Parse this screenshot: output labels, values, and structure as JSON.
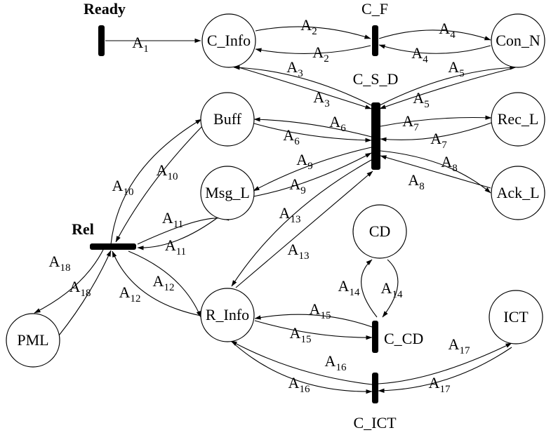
{
  "nodes": [
    {
      "id": "C_Info",
      "label": "C_Info"
    },
    {
      "id": "Con_N",
      "label": "Con_N"
    },
    {
      "id": "Buff",
      "label": "Buff"
    },
    {
      "id": "Rec_L",
      "label": "Rec_L"
    },
    {
      "id": "Msg_L",
      "label": "Msg_L"
    },
    {
      "id": "Ack_L",
      "label": "Ack_L"
    },
    {
      "id": "CD",
      "label": "CD"
    },
    {
      "id": "R_Info",
      "label": "R_Info"
    },
    {
      "id": "ICT",
      "label": "ICT"
    },
    {
      "id": "PML",
      "label": "PML"
    }
  ],
  "hubs": [
    {
      "id": "Ready",
      "label": "Ready"
    },
    {
      "id": "C_F",
      "label": "C_F"
    },
    {
      "id": "C_S_D",
      "label": "C_S_D"
    },
    {
      "id": "Rel",
      "label": "Rel"
    },
    {
      "id": "C_CD",
      "label": "C_CD"
    },
    {
      "id": "C_ICT",
      "label": "C_ICT"
    }
  ],
  "edges": [
    {
      "from": "Ready",
      "to": "C_Info",
      "label": "A",
      "sub": "1"
    },
    {
      "from": "C_Info",
      "to": "C_F",
      "label": "A",
      "sub": "2"
    },
    {
      "from": "C_F",
      "to": "C_Info",
      "label": "A",
      "sub": "2"
    },
    {
      "from": "C_F",
      "to": "Con_N",
      "label": "A",
      "sub": "4"
    },
    {
      "from": "Con_N",
      "to": "C_F",
      "label": "A",
      "sub": "4"
    },
    {
      "from": "C_S_D",
      "to": "C_Info",
      "label": "A",
      "sub": "3"
    },
    {
      "from": "C_Info",
      "to": "C_S_D",
      "label": "A",
      "sub": "3"
    },
    {
      "from": "C_S_D",
      "to": "Con_N",
      "label": "A",
      "sub": "5"
    },
    {
      "from": "Con_N",
      "to": "C_S_D",
      "label": "A",
      "sub": "5"
    },
    {
      "from": "C_S_D",
      "to": "Buff",
      "label": "A",
      "sub": "6"
    },
    {
      "from": "Buff",
      "to": "C_S_D",
      "label": "A",
      "sub": "6"
    },
    {
      "from": "C_S_D",
      "to": "Rec_L",
      "label": "A",
      "sub": "7"
    },
    {
      "from": "Rec_L",
      "to": "C_S_D",
      "label": "A",
      "sub": "7"
    },
    {
      "from": "C_S_D",
      "to": "Ack_L",
      "label": "A",
      "sub": "8"
    },
    {
      "from": "Ack_L",
      "to": "C_S_D",
      "label": "A",
      "sub": "8"
    },
    {
      "from": "C_S_D",
      "to": "Msg_L",
      "label": "A",
      "sub": "9"
    },
    {
      "from": "Msg_L",
      "to": "C_S_D",
      "label": "A",
      "sub": "9"
    },
    {
      "from": "Rel",
      "to": "Buff",
      "label": "A",
      "sub": "10"
    },
    {
      "from": "Buff",
      "to": "Rel",
      "label": "A",
      "sub": "10"
    },
    {
      "from": "Rel",
      "to": "Msg_L",
      "label": "A",
      "sub": "11"
    },
    {
      "from": "Msg_L",
      "to": "Rel",
      "label": "A",
      "sub": "11"
    },
    {
      "from": "Rel",
      "to": "R_Info",
      "label": "A",
      "sub": "12"
    },
    {
      "from": "R_Info",
      "to": "Rel",
      "label": "A",
      "sub": "12"
    },
    {
      "from": "C_S_D",
      "to": "R_Info",
      "label": "A",
      "sub": "13"
    },
    {
      "from": "R_Info",
      "to": "C_S_D",
      "label": "A",
      "sub": "13"
    },
    {
      "from": "C_CD",
      "to": "CD",
      "label": "A",
      "sub": "14"
    },
    {
      "from": "CD",
      "to": "C_CD",
      "label": "A",
      "sub": "14"
    },
    {
      "from": "C_CD",
      "to": "R_Info",
      "label": "A",
      "sub": "15"
    },
    {
      "from": "R_Info",
      "to": "C_CD",
      "label": "A",
      "sub": "15"
    },
    {
      "from": "C_ICT",
      "to": "R_Info",
      "label": "A",
      "sub": "16"
    },
    {
      "from": "R_Info",
      "to": "C_ICT",
      "label": "A",
      "sub": "16"
    },
    {
      "from": "C_ICT",
      "to": "ICT",
      "label": "A",
      "sub": "17"
    },
    {
      "from": "ICT",
      "to": "C_ICT",
      "label": "A",
      "sub": "17"
    },
    {
      "from": "Rel",
      "to": "PML",
      "label": "A",
      "sub": "18"
    },
    {
      "from": "PML",
      "to": "Rel",
      "label": "A",
      "sub": "18"
    }
  ]
}
